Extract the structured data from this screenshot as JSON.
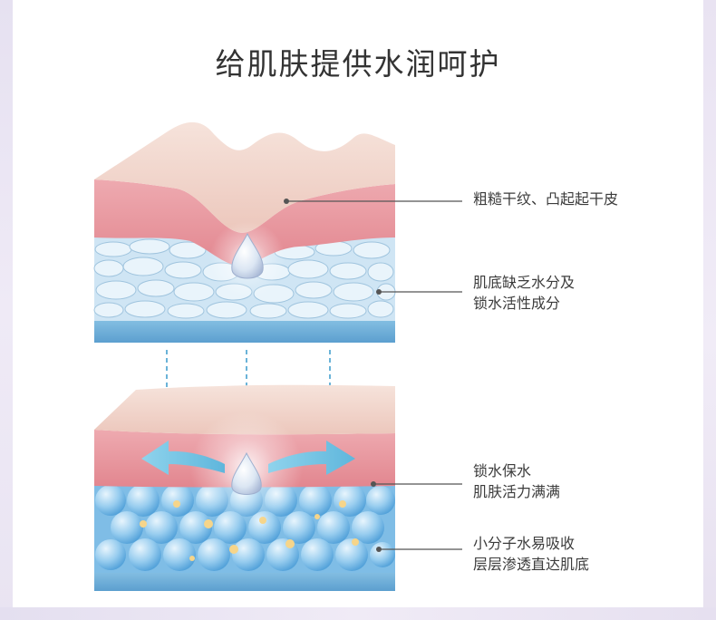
{
  "page": {
    "title": "给肌肤提供水润呵护"
  },
  "top_panel": {
    "callouts": [
      {
        "lines": [
          "粗糙干纹、凸起起干皮"
        ]
      },
      {
        "lines": [
          "肌底缺乏水分及",
          "锁水活性成分"
        ]
      }
    ]
  },
  "bottom_panel": {
    "callouts": [
      {
        "lines": [
          "锁水保水",
          "肌肤活力满满"
        ]
      },
      {
        "lines": [
          "小分子水易吸收",
          "层层渗透直达肌底"
        ]
      }
    ]
  },
  "colors": {
    "skin_top": "#f1d7cb",
    "skin_pink": "#ea9aa2",
    "cell_blue": "#c9e2f3",
    "base_blue": "#6aaed8",
    "arrow": "#7ec8e6",
    "frame": "#ebe6f4"
  }
}
